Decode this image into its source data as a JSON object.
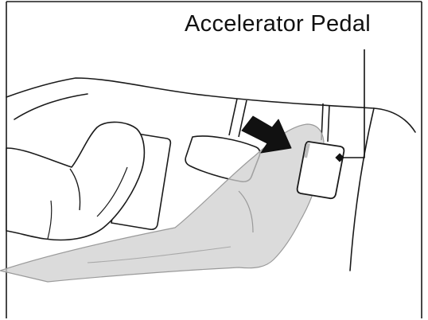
{
  "callout": {
    "label": "Accelerator Pedal"
  },
  "illustration": {
    "subject": "driver-foot-pressing-accelerator-pedal",
    "elements": [
      "frame",
      "footwell",
      "floor-mat",
      "brake-pedal",
      "accelerator-pedal",
      "right-foot-shadow",
      "left-foot",
      "press-arrow",
      "leader-line"
    ]
  },
  "colors": {
    "line": "#1a1a1a",
    "shadow_fill": "#cfcfcf",
    "shadow_stroke": "#9a9a9a",
    "arrow_fill": "#111111",
    "pedal_fill": "#ffffff",
    "background": "#ffffff"
  }
}
